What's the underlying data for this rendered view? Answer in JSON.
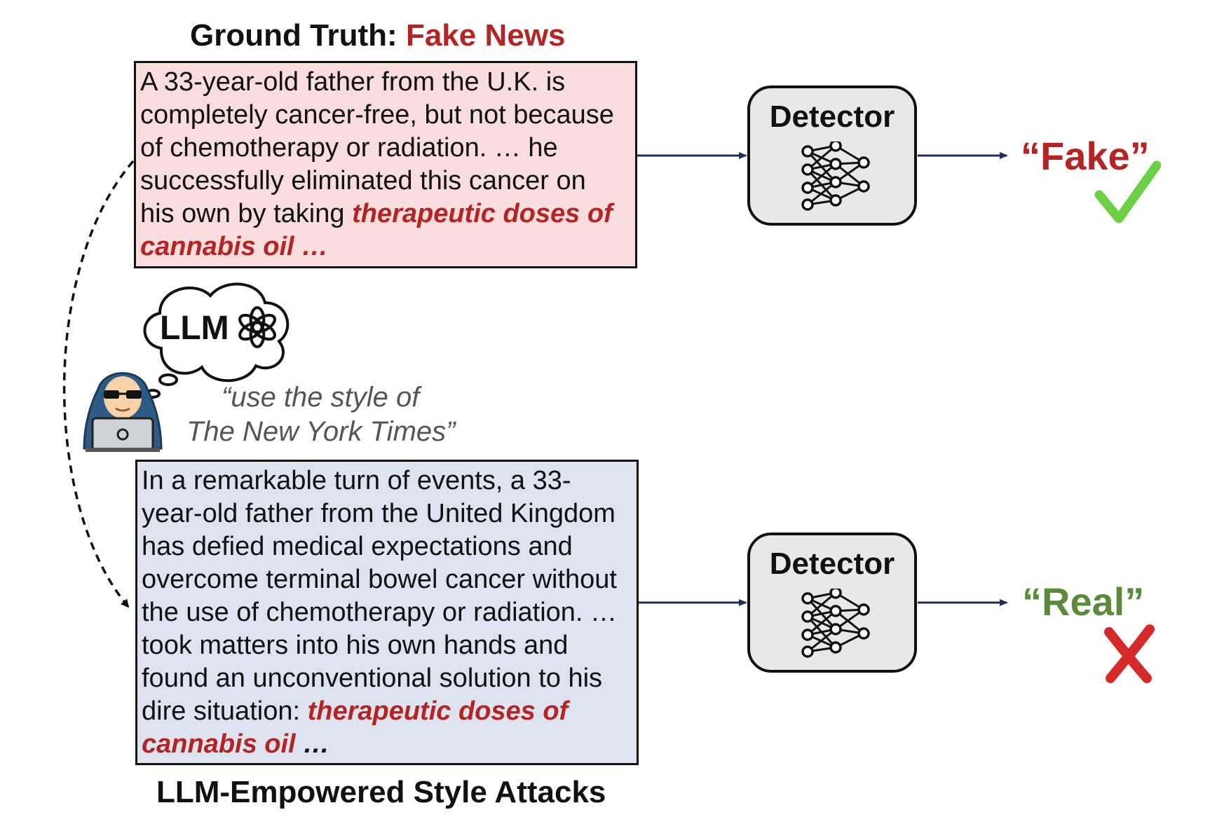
{
  "header": {
    "prefix": "Ground Truth:",
    "label": "Fake News"
  },
  "fake_article": {
    "lines": [
      "A 33-year-old father from the U.K. is",
      "completely cancer-free, but not because",
      "of chemotherapy or radiation. … he",
      "successfully eliminated this cancer on"
    ],
    "last_line_prefix": "his own by taking ",
    "highlight_1": "therapeutic doses of",
    "highlight_2": "cannabis oil …"
  },
  "cloud": {
    "label": "LLM"
  },
  "prompt_quote": {
    "line1": "“use the style of",
    "line2": "The New York Times”"
  },
  "real_article": {
    "lines": [
      "In a remarkable turn of events, a 33-",
      "year-old father from the United Kingdom",
      "has defied medical expectations and",
      "overcome terminal bowel cancer without",
      "the use of chemotherapy or radiation. …",
      "took matters into his own hands and",
      "found an unconventional solution to his"
    ],
    "last_line_prefix": "dire situation: ",
    "highlight_1": "therapeutic doses of",
    "highlight_2": "cannabis oil",
    "tail": " …"
  },
  "detectors": [
    {
      "label": "Detector"
    },
    {
      "label": "Detector"
    }
  ],
  "verdicts": {
    "top": "“Fake”",
    "bottom": "“Real”"
  },
  "footer": {
    "caption": "LLM-Empowered Style Attacks"
  },
  "colors": {
    "fake_red": "#b52424",
    "real_green": "#5a8a3a",
    "check_green": "#6cd045",
    "cross_red": "#d42a2a",
    "arrow_navy": "#1e2f5c",
    "fake_box_fill": "#f9dcdd",
    "real_box_fill": "#dde3ef",
    "detector_fill": "#e8e8e8",
    "hood_blue": "#2e5b86"
  },
  "icons": [
    "openai-logo-icon",
    "hacker-icon",
    "neural-network-icon",
    "check-mark-icon",
    "cross-mark-icon",
    "thought-cloud-icon"
  ]
}
